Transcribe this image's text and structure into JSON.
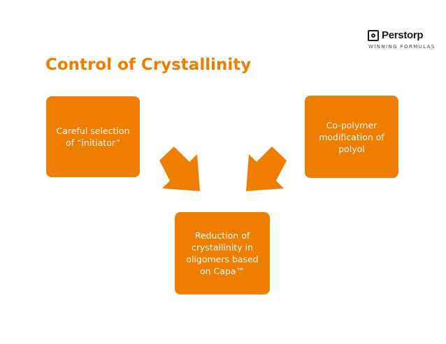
{
  "brand": {
    "name": "Perstorp",
    "tagline": "WINNING FORMULAS",
    "logo_icon": "perstorp-logo-icon"
  },
  "slide": {
    "title": "Control of Crystallinity"
  },
  "boxes": {
    "initiator": "Careful selection\nof “initiator”",
    "copolymer": "Co-polymer\nmodification of\npolyol",
    "reduction": "Reduction of\ncrystallinity in\noligomers based\non Capa™"
  },
  "colors": {
    "accent": "#EE7D00",
    "title": "#EE7D00",
    "text_on_accent": "#FFFFFF"
  }
}
